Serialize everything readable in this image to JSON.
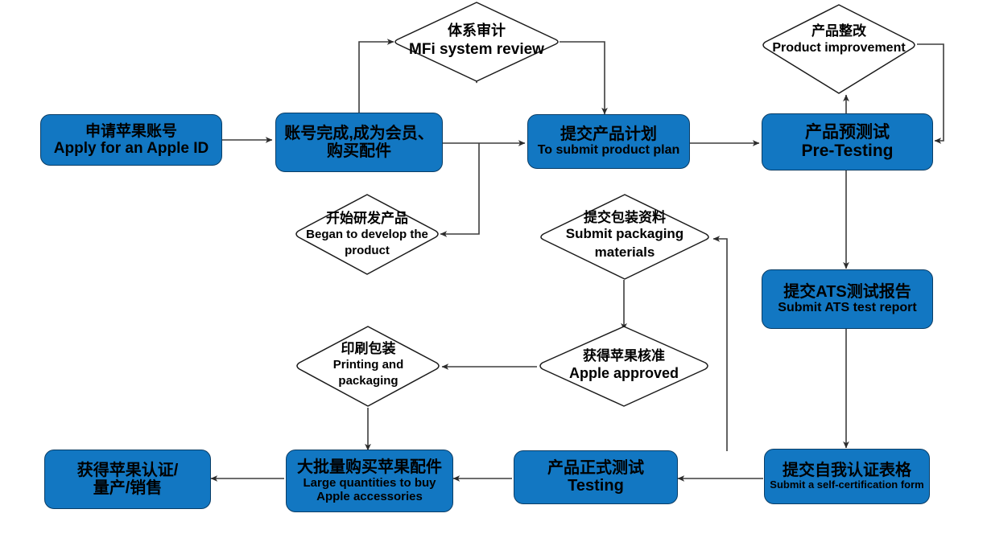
{
  "diagram": {
    "title": "MFi certification process flowchart",
    "colors": {
      "process_fill": "#1277C2",
      "process_stroke": "#0a3d66",
      "decision_fill": "#ffffff",
      "decision_stroke": "#1a1a1a",
      "connector": "#404040",
      "text": "#000000"
    },
    "nodes": [
      {
        "id": "apply-apple-id",
        "shape": "process",
        "cn": "申请苹果账号",
        "en": "Apply for an Apple ID"
      },
      {
        "id": "account-member",
        "shape": "process",
        "cn": "账号完成,成为会员、\n购买配件",
        "en": ""
      },
      {
        "id": "mfi-system-review",
        "shape": "decision",
        "cn": "体系审计",
        "en": "MFi system review"
      },
      {
        "id": "submit-product-plan",
        "shape": "process",
        "cn": "提交产品计划",
        "en": "To submit product plan"
      },
      {
        "id": "product-improvement",
        "shape": "decision",
        "cn": "产品整改",
        "en": "Product improvement"
      },
      {
        "id": "pre-testing",
        "shape": "process",
        "cn": "产品预测试",
        "en": "Pre-Testing"
      },
      {
        "id": "began-develop-product",
        "shape": "decision",
        "cn": "开始研发产品",
        "en": "Began to develop the\nproduct"
      },
      {
        "id": "submit-packaging-materials",
        "shape": "decision",
        "cn": "提交包装资料",
        "en": "Submit packaging\nmaterials"
      },
      {
        "id": "submit-ats-report",
        "shape": "process",
        "cn": "提交ATS测试报告",
        "en": "Submit ATS test report"
      },
      {
        "id": "printing-packaging",
        "shape": "decision",
        "cn": "印刷包装",
        "en": "Printing and\npackaging"
      },
      {
        "id": "apple-approved",
        "shape": "decision",
        "cn": "获得苹果核准",
        "en": "Apple approved"
      },
      {
        "id": "apple-certification",
        "shape": "process",
        "cn": "获得苹果认证/\n量产/销售",
        "en": ""
      },
      {
        "id": "buy-apple-accessories",
        "shape": "process",
        "cn": "大批量购买苹果配件",
        "en": "Large quantities to buy\nApple accessories"
      },
      {
        "id": "formal-testing",
        "shape": "process",
        "cn": "产品正式测试",
        "en": "Testing"
      },
      {
        "id": "self-certification-form",
        "shape": "process",
        "cn": "提交自我认证表格",
        "en": "Submit a self-certification form"
      }
    ],
    "edges": [
      {
        "id": "edge-apply-to-account",
        "from": "apply-apple-id",
        "to": "account-member"
      },
      {
        "id": "edge-account-to-mfi",
        "from": "account-member",
        "to": "mfi-system-review"
      },
      {
        "id": "edge-mfi-to-plan",
        "from": "mfi-system-review",
        "to": "submit-product-plan"
      },
      {
        "id": "edge-account-to-plan",
        "from": "account-member",
        "to": "submit-product-plan"
      },
      {
        "id": "edge-account-to-develop",
        "from": "account-member",
        "to": "began-develop-product"
      },
      {
        "id": "edge-plan-to-pretest",
        "from": "submit-product-plan",
        "to": "pre-testing"
      },
      {
        "id": "edge-pretest-to-improvement",
        "from": "pre-testing",
        "to": "product-improvement"
      },
      {
        "id": "edge-improvement-to-pretest",
        "from": "product-improvement",
        "to": "pre-testing"
      },
      {
        "id": "edge-pretest-to-ats",
        "from": "pre-testing",
        "to": "submit-ats-report"
      },
      {
        "id": "edge-ats-to-selfcert",
        "from": "submit-ats-report",
        "to": "self-certification-form"
      },
      {
        "id": "edge-selfcert-to-testing",
        "from": "self-certification-form",
        "to": "formal-testing"
      },
      {
        "id": "edge-testing-to-packaging-materials",
        "from": "formal-testing",
        "to": "submit-packaging-materials"
      },
      {
        "id": "edge-packaging-materials-to-approved",
        "from": "submit-packaging-materials",
        "to": "apple-approved"
      },
      {
        "id": "edge-approved-to-printing",
        "from": "apple-approved",
        "to": "printing-packaging"
      },
      {
        "id": "edge-printing-to-buy",
        "from": "printing-packaging",
        "to": "buy-apple-accessories"
      },
      {
        "id": "edge-testing-to-buy",
        "from": "formal-testing",
        "to": "buy-apple-accessories"
      },
      {
        "id": "edge-buy-to-certification",
        "from": "buy-apple-accessories",
        "to": "apple-certification"
      }
    ]
  }
}
